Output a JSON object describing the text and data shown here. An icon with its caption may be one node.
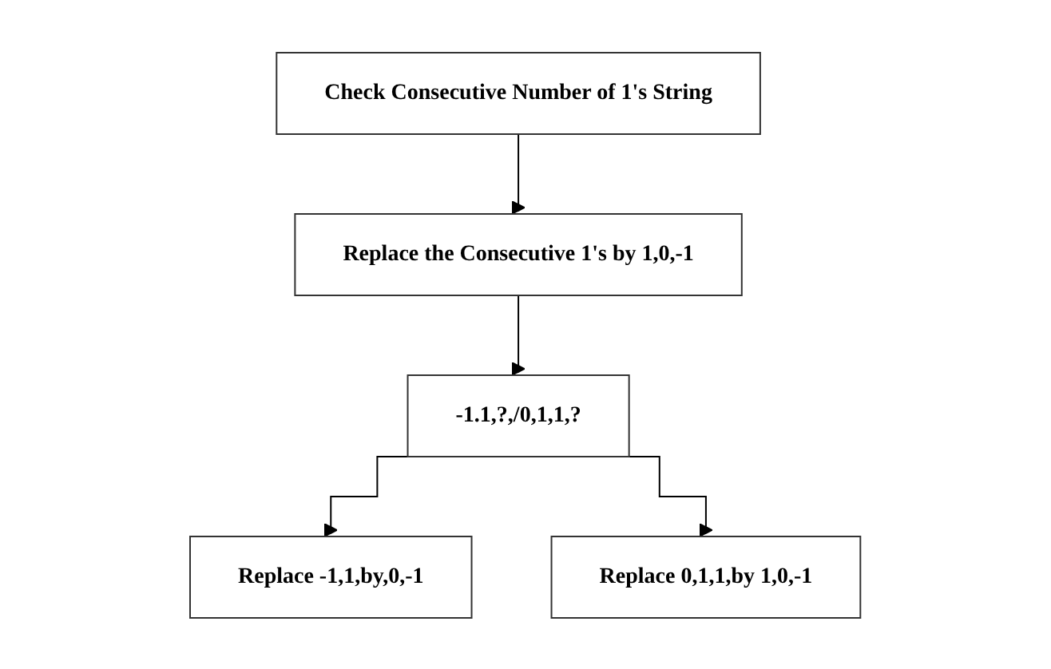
{
  "diagram": {
    "nodes": [
      {
        "text": [
          "Check Consecutive Number of 1's String"
        ]
      },
      {
        "text": [
          "Replace the Consecutive 1's by 1,0,-1"
        ]
      },
      {
        "text": [
          "-1.1,?,/0,1,1,?"
        ]
      },
      {
        "text": [
          "Replace -1,1,by,0,-1"
        ]
      },
      {
        "text": [
          "Replace 0,1,1,by 1,0,-1"
        ]
      }
    ],
    "edges": [
      {
        "from": 0,
        "to": 1,
        "arrow": "to"
      },
      {
        "from": 1,
        "to": 2,
        "arrow": "to"
      },
      {
        "from": 2,
        "to": 3,
        "arrow": "to"
      },
      {
        "from": 2,
        "to": 4,
        "arrow": "to"
      }
    ]
  }
}
